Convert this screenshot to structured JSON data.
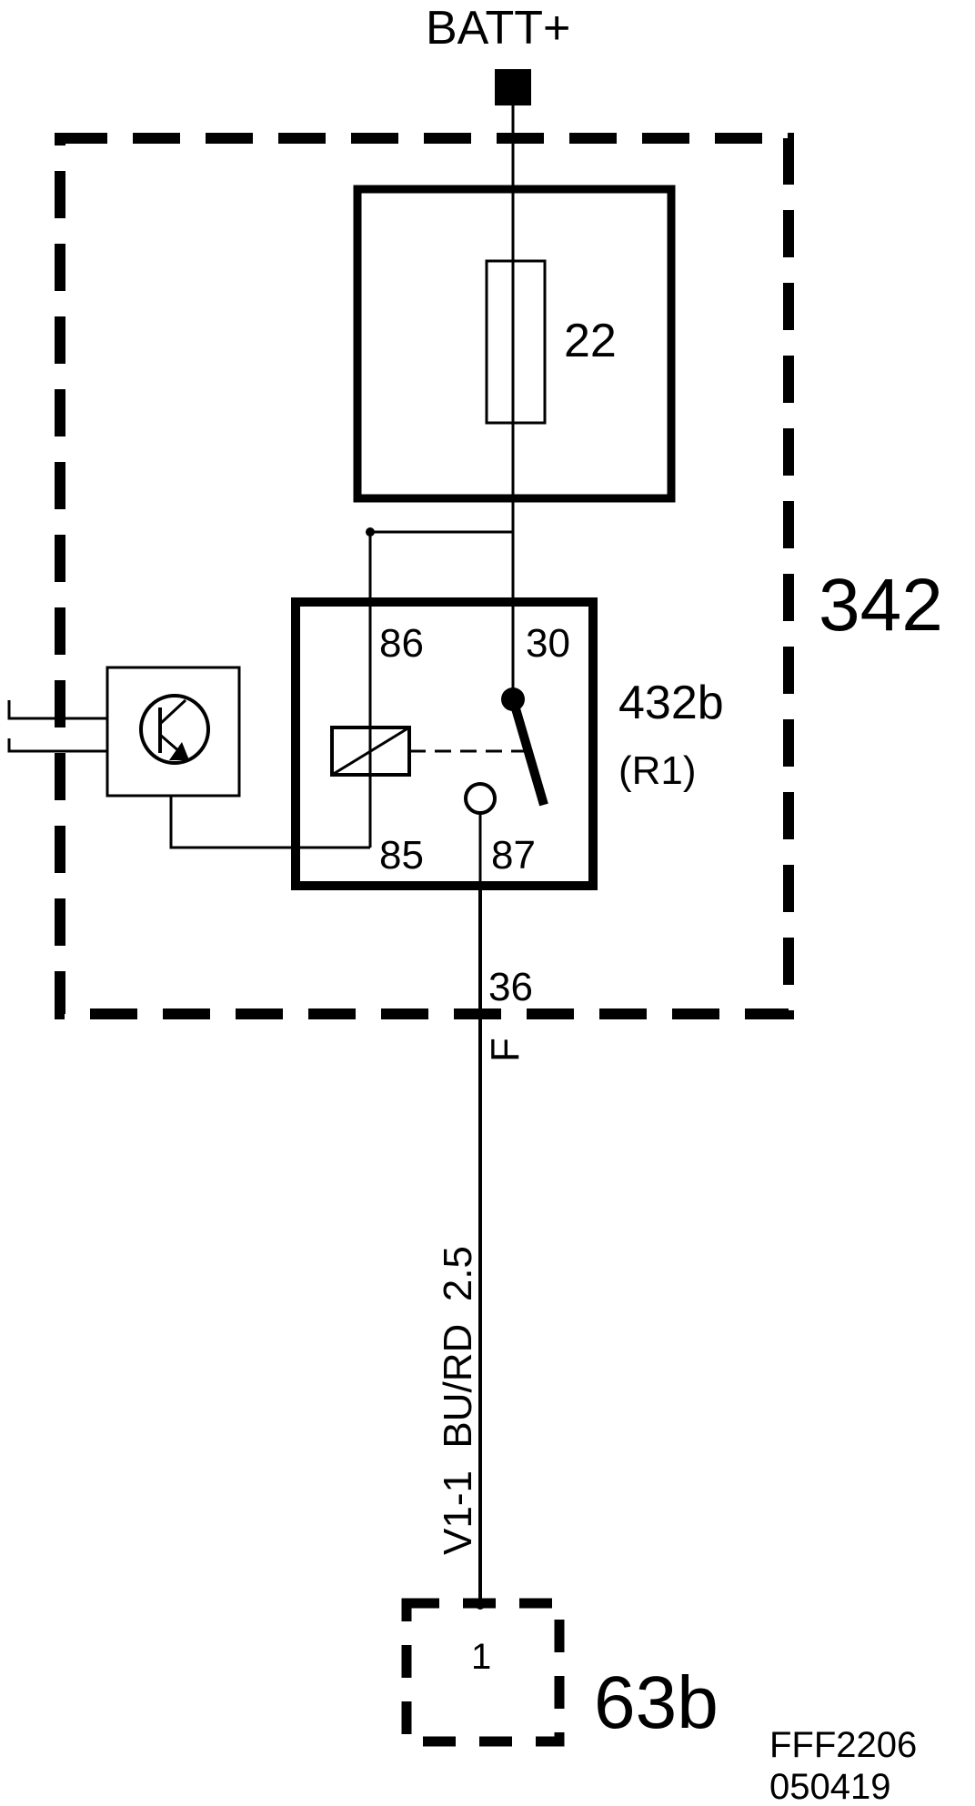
{
  "supply": {
    "label": "BATT+"
  },
  "fuse_box": {
    "fuse_label": "22"
  },
  "module": {
    "label": "342"
  },
  "relay": {
    "label": "432b",
    "sublabel": "(R1)",
    "pins": {
      "p86": "86",
      "p30": "30",
      "p85": "85",
      "p87": "87"
    }
  },
  "wire": {
    "pin": "36",
    "connector_letter": "F",
    "marking": "V1-1  BU/RD  2.5"
  },
  "load": {
    "label": "63b",
    "pin": "1"
  },
  "drawing_code": {
    "line1": "FFF2206",
    "line2": "050419"
  },
  "colors": {
    "ink": "#000000",
    "paper": "#ffffff"
  }
}
